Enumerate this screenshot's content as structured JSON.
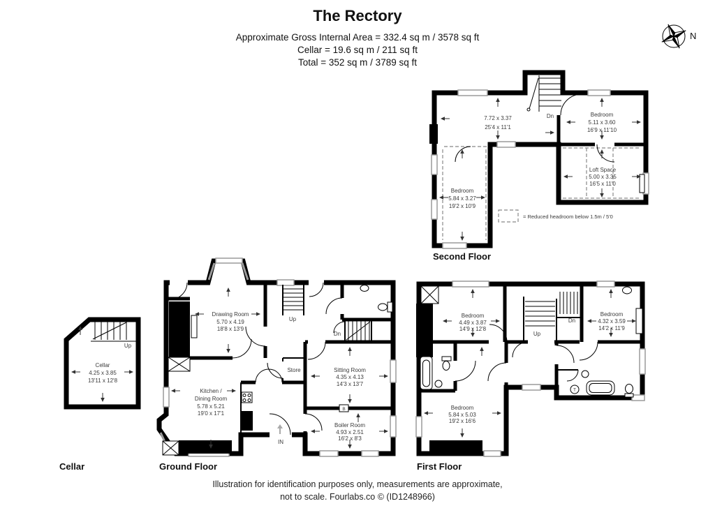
{
  "header": {
    "title": "The Rectory",
    "line1": "Approximate Gross Internal Area = 332.4 sq m / 3578 sq ft",
    "line2": "Cellar = 19.6 sq m / 211 sq ft",
    "line3": "Total = 352 sq m / 3789 sq ft",
    "compass": "N"
  },
  "footer": {
    "line1": "Illustration for identification purposes only, measurements are approximate,",
    "line2": "not to scale. Fourlabs.co © (ID1248966)"
  },
  "floors": {
    "second": {
      "label": "Second Floor",
      "stair_dn": "Dn",
      "legend": "= Reduced headroom below 1.5m / 5'0",
      "landing": {
        "metric": "7.72 x 3.37",
        "imperial": "25'4 x 11'1"
      },
      "bedroom_right": {
        "name": "Bedroom",
        "metric": "5.11 x 3.60",
        "imperial": "16'9 x 11'10"
      },
      "bedroom_left": {
        "name": "Bedroom",
        "metric": "5.84 x 3.27",
        "imperial": "19'2 x 10'9"
      },
      "loft": {
        "name": "Loft Space",
        "metric": "5.00 x 3.35",
        "imperial": "16'5 x 11'0"
      }
    },
    "cellar": {
      "label": "Cellar",
      "stair_up": "Up",
      "room": {
        "name": "Cellar",
        "metric": "4.25 x 3.85",
        "imperial": "13'11 x 12'8"
      }
    },
    "ground": {
      "label": "Ground Floor",
      "stair_up": "Up",
      "stair_dn": "Dn",
      "entrance": "IN",
      "boiler_mark": "B",
      "store": "Store",
      "drawing": {
        "name": "Drawing Room",
        "metric": "5.70 x 4.19",
        "imperial": "18'8 x 13'9"
      },
      "kitchen": {
        "name1": "Kitchen /",
        "name2": "Dining Room",
        "metric": "5.78 x 5.21",
        "imperial": "19'0 x 17'1"
      },
      "sitting": {
        "name": "Sitting Room",
        "metric": "4.35 x 4.13",
        "imperial": "14'3 x 13'7"
      },
      "boiler": {
        "name": "Boiler Room",
        "metric": "4.93 x 2.51",
        "imperial": "16'2 x 8'3"
      }
    },
    "first": {
      "label": "First Floor",
      "stair_up": "Up",
      "stair_dn": "Dn",
      "tank_mark": "T",
      "bedroom_nw": {
        "name": "Bedroom",
        "metric": "4.49 x 3.87",
        "imperial": "14'9 x 12'8"
      },
      "bedroom_ne": {
        "name": "Bedroom",
        "metric": "4.32 x 3.59",
        "imperial": "14'2 x 11'9"
      },
      "bedroom_s": {
        "name": "Bedroom",
        "metric": "5.84 x 5.03",
        "imperial": "19'2 x 16'6"
      }
    }
  },
  "colors": {
    "wall": "#000000",
    "window": "#9a9a9a",
    "text": "#3a3a3a"
  }
}
